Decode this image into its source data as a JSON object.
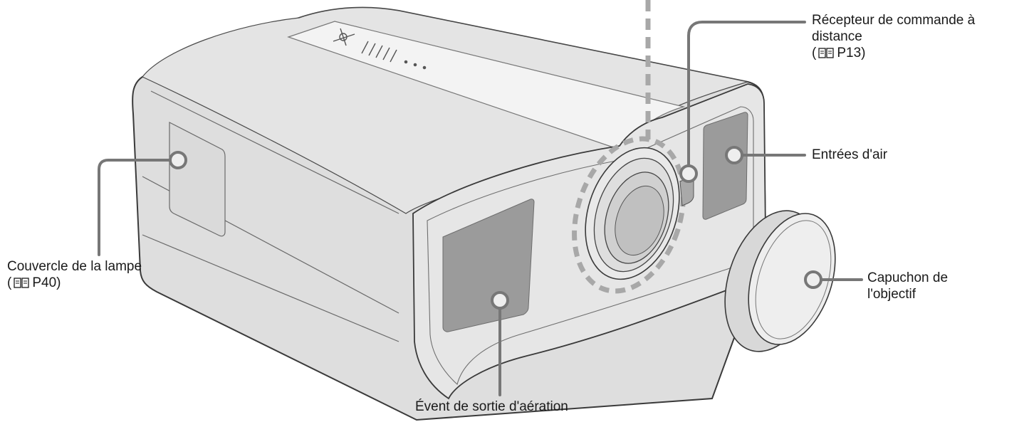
{
  "labels": {
    "remote_receiver": {
      "line1": "Récepteur de commande à",
      "line2": "distance",
      "ref": "P13",
      "ref_icon": "book-icon"
    },
    "air_intake": {
      "text": "Entrées d'air"
    },
    "lamp_cover": {
      "line1": "Couvercle de la lampe",
      "ref": "P40",
      "ref_icon": "book-icon"
    },
    "lens_cap": {
      "line1": "Capuchon de",
      "line2": "l'objectif"
    },
    "exhaust_vent": {
      "text": "Évent de sortie d'aération"
    }
  },
  "colors": {
    "body_fill": "#dcdcdc",
    "body_stroke": "#3a3a3a",
    "top_strip": "#f1f1f1",
    "vent_fill": "#9a9a9a",
    "leader_line": "#777777",
    "marker_fill": "#eeeeee",
    "dashed_outline": "#a8a8a8"
  }
}
